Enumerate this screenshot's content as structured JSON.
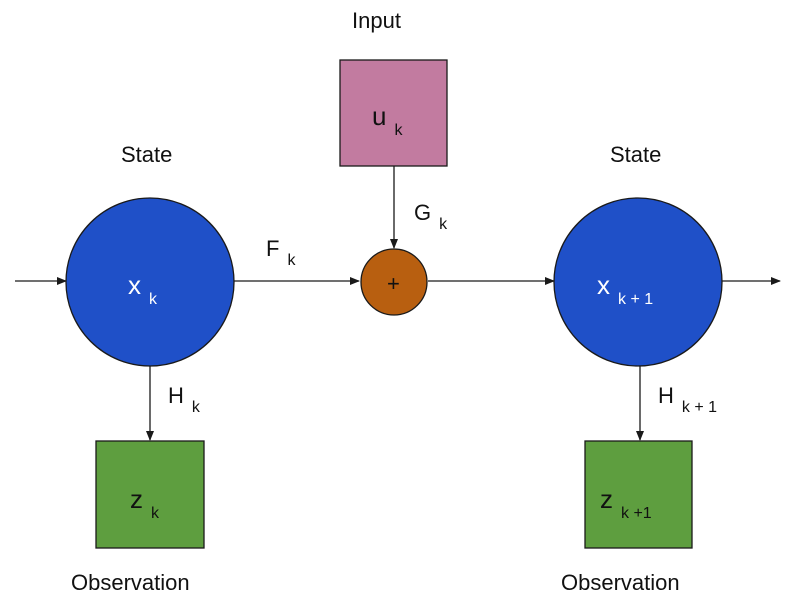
{
  "input_label": "Input",
  "state_left_label": "State",
  "state_right_label": "State",
  "observation_left_label": "Observation",
  "observation_right_label": "Observation",
  "input_node": {
    "main": "u",
    "sub": "k"
  },
  "state_left": {
    "main": "x",
    "sub": "k"
  },
  "state_right": {
    "main": "x",
    "sub": "k + 1"
  },
  "sum_node": {
    "symbol": "+"
  },
  "obs_left": {
    "main": "z",
    "sub": "k"
  },
  "obs_right": {
    "main": "z",
    "sub": "k +1"
  },
  "edge_f": {
    "main": "F",
    "sub": "k"
  },
  "edge_g": {
    "main": "G",
    "sub": "k"
  },
  "edge_h_left": {
    "main": "H",
    "sub": "k"
  },
  "edge_h_right": {
    "main": "H",
    "sub": "k + 1"
  },
  "colors": {
    "state_fill": "#1f50c8",
    "input_fill": "#c27ba0",
    "observation_fill": "#5e9e3f",
    "sum_fill": "#b85f10",
    "stroke": "#1a1a1a"
  }
}
